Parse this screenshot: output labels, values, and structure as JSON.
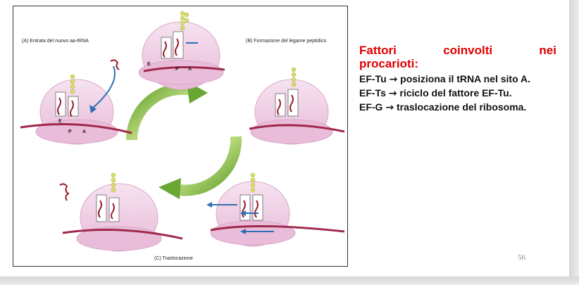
{
  "figure": {
    "panel_a_label": "(A) Entrata del nuovo aa-tRNA",
    "panel_b_label": "(B) Formazione del legame peptidico",
    "panel_c_label": "(C) Traslocazione",
    "site_e": "E",
    "site_p": "P",
    "site_a": "A"
  },
  "text": {
    "heading_line1": "Fattori coinvolti nei",
    "heading_line2": "procarioti:",
    "items": [
      {
        "name": "EF-Tu",
        "arrow": "→",
        "desc": "posiziona il tRNA nel sito A."
      },
      {
        "name": "EF-Ts",
        "arrow": "→",
        "desc": "riciclo del fattore EF-Tu."
      },
      {
        "name": "EF-G",
        "arrow": "→",
        "desc": "traslocazione del ribosoma."
      }
    ]
  },
  "page_number": "56",
  "colors": {
    "heading": "#e00000",
    "ribosome": "#f1cfe6",
    "mrna": "#a0284c",
    "trna": "#9c1f2e",
    "cycle_arrow": "#7cb342",
    "aminoacid": "#d8dc6a",
    "move_arrow": "#2f6fb6"
  }
}
